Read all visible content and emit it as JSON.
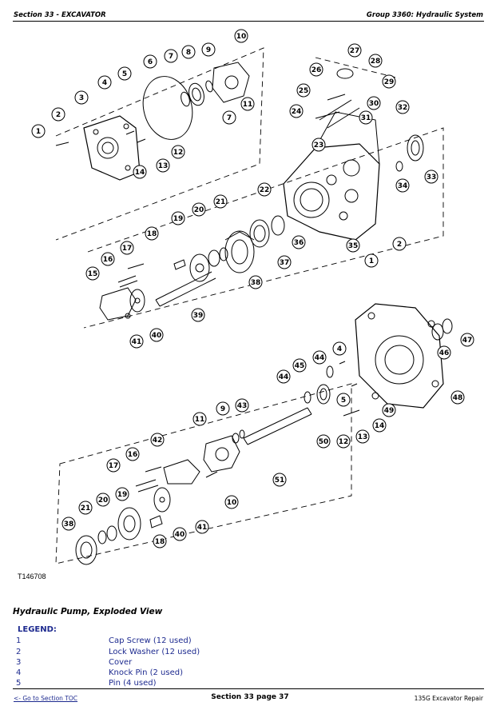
{
  "header": {
    "left": "Section 33 - EXCAVATOR",
    "right": "Group 3360: Hydraulic System"
  },
  "figure": {
    "id_label": "T146708",
    "caption": "Hydraulic Pump, Exploded View",
    "callouts": [
      "10",
      "9",
      "8",
      "7",
      "6",
      "5",
      "4",
      "3",
      "2",
      "1",
      "11",
      "7",
      "12",
      "13",
      "14",
      "27",
      "28",
      "26",
      "29",
      "25",
      "30",
      "24",
      "31",
      "32",
      "23",
      "33",
      "34",
      "22",
      "21",
      "20",
      "19",
      "18",
      "17",
      "16",
      "15",
      "36",
      "35",
      "2",
      "1",
      "37",
      "38",
      "39",
      "40",
      "41",
      "47",
      "46",
      "4",
      "44",
      "45",
      "44",
      "48",
      "5",
      "49",
      "43",
      "9",
      "11",
      "42",
      "12",
      "13",
      "14",
      "50",
      "51",
      "17",
      "16",
      "10",
      "19",
      "20",
      "21",
      "40",
      "41",
      "38",
      "18"
    ]
  },
  "legend": {
    "title": "LEGEND:",
    "items": [
      {
        "num": "1",
        "desc": "Cap Screw (12 used)"
      },
      {
        "num": "2",
        "desc": "Lock Washer (12 used)"
      },
      {
        "num": "3",
        "desc": "Cover"
      },
      {
        "num": "4",
        "desc": "Knock Pin (2 used)"
      },
      {
        "num": "5",
        "desc": "Pin (4 used)"
      }
    ]
  },
  "footer": {
    "link": "<- Go to Section TOC",
    "center": "Section 33 page 37",
    "right": "135G Excavator Repair"
  }
}
